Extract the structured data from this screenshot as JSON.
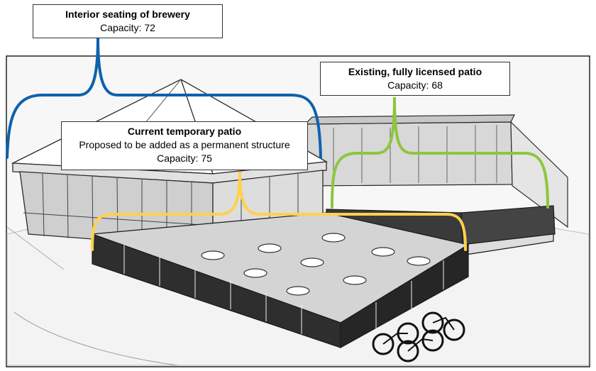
{
  "callouts": {
    "interior": {
      "title": "Interior seating of brewery",
      "capacity": "Capacity: 72"
    },
    "existing": {
      "title": "Existing, fully licensed patio",
      "capacity": "Capacity: 68"
    },
    "temporary": {
      "title": "Current temporary patio",
      "note": "Proposed to be added as a permanent structure",
      "capacity": "Capacity: 75"
    }
  },
  "colors": {
    "interior_bracket": "#0d62ad",
    "existing_bracket": "#8dc63f",
    "temporary_bracket": "#ffd24a",
    "line": "#2b2b2b",
    "fence": "#1a1a1a"
  },
  "icons": {
    "bicycles": "bicycle-icon"
  }
}
